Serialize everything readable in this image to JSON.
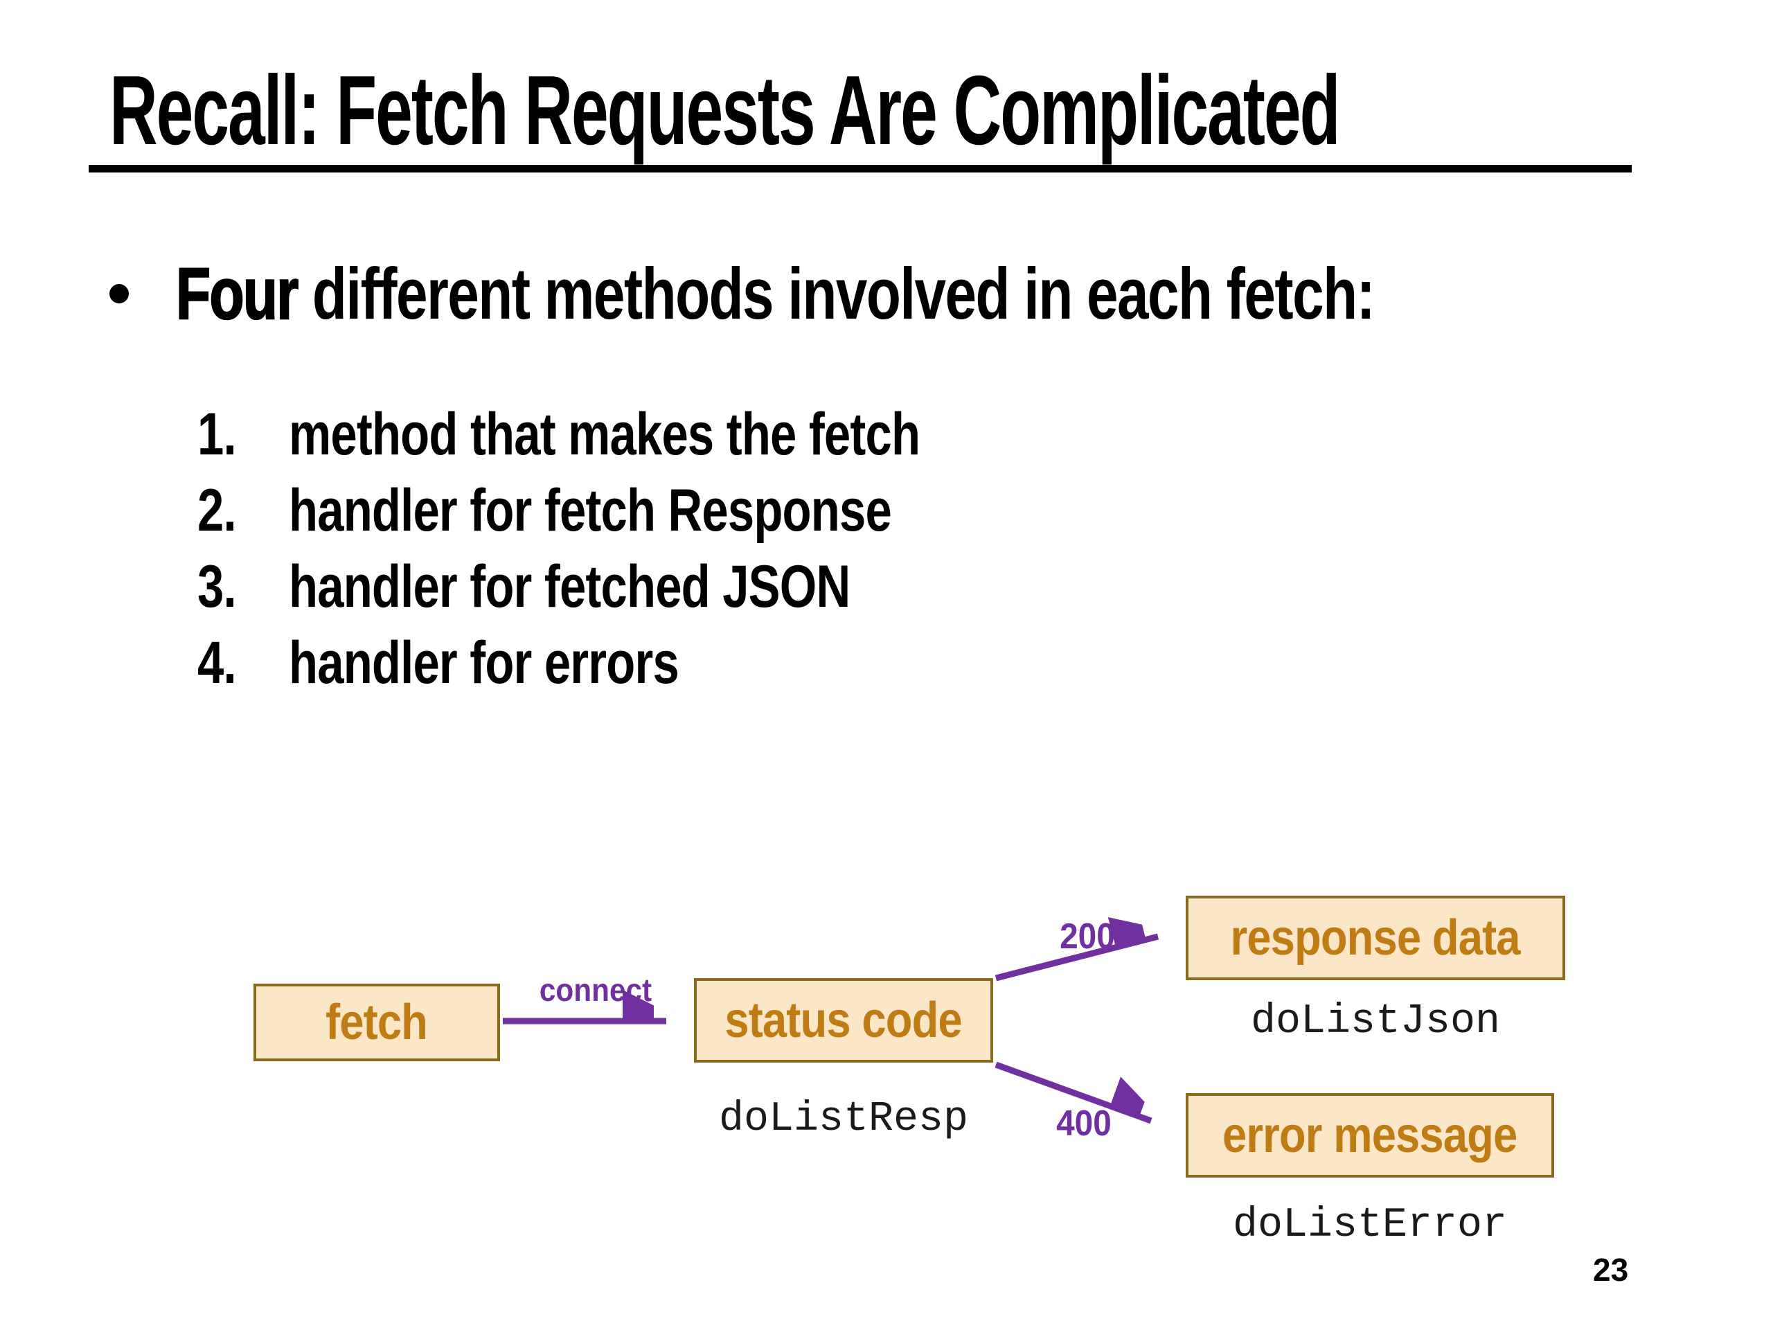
{
  "slide": {
    "title": "Recall: Fetch Requests Are Complicated",
    "page_number": "23"
  },
  "bullet": {
    "marker": "•",
    "lead": "Four",
    "rest": " different methods involved in each fetch:"
  },
  "list": [
    {
      "num": "1.",
      "text": "method that makes the fetch"
    },
    {
      "num": "2.",
      "text": "handler for fetch Response"
    },
    {
      "num": "3.",
      "text": "handler for fetched JSON"
    },
    {
      "num": "4.",
      "text": "handler for errors"
    }
  ],
  "diagram": {
    "nodes": [
      {
        "id": "fetch",
        "label": "fetch"
      },
      {
        "id": "status-code",
        "label": "status code",
        "handler": "doListResp"
      },
      {
        "id": "response-data",
        "label": "response data",
        "handler": "doListJson"
      },
      {
        "id": "error-message",
        "label": "error message",
        "handler": "doListError"
      }
    ],
    "edges": [
      {
        "from": "fetch",
        "to": "status-code",
        "label": "connect"
      },
      {
        "from": "status-code",
        "to": "response-data",
        "label": "200"
      },
      {
        "from": "status-code",
        "to": "error-message",
        "label": "400"
      }
    ],
    "colors": {
      "box_fill": "#fbe7c8",
      "box_border": "#8a6a1f",
      "box_text": "#bf7c14",
      "arrow": "#7030a0",
      "handler_text": "#1a1a1a"
    }
  }
}
